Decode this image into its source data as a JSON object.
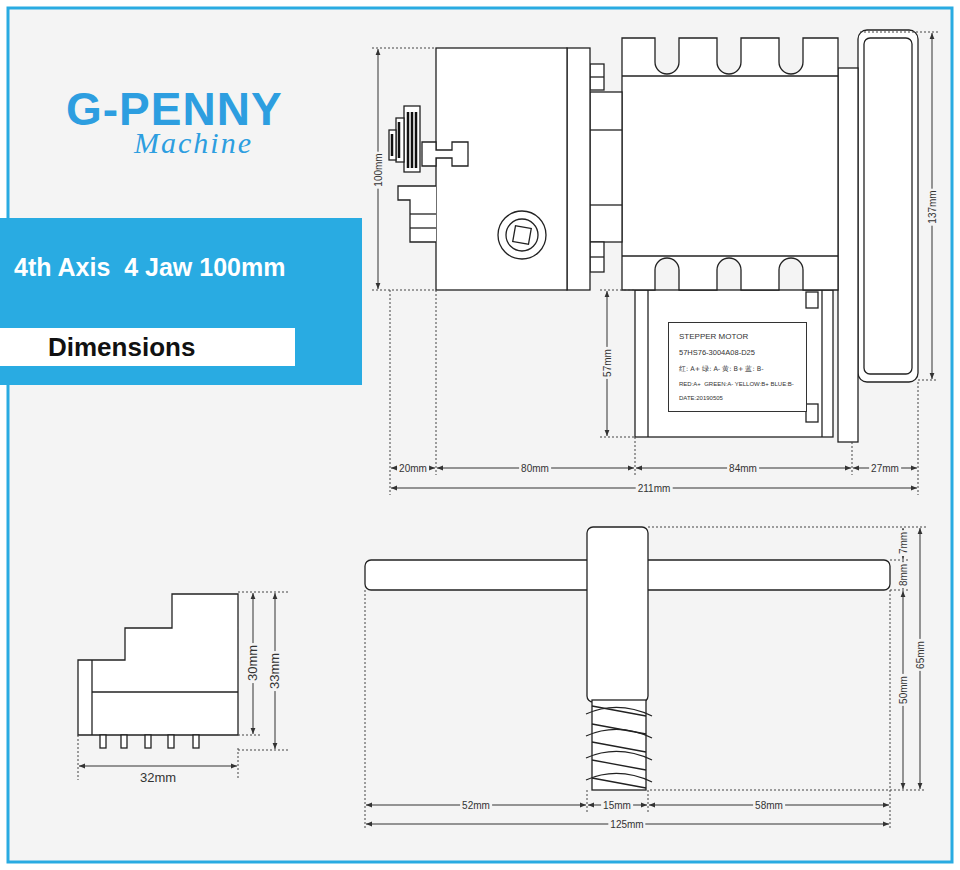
{
  "diagram": {
    "nodes": [
      {
        "text": [
          "4th Axis  4 Jaw 100mm"
        ]
      },
      {
        "text": [
          "Dimensions"
        ],
        "in": 0
      },
      {
        "text": [
          "STEPPER MOTOR",
          "57HS76-3004A08-D25",
          "红: A+ 绿: A- 黄: B+ 蓝: B-",
          "RED:A+  GREEN:A- YELLOW:B+ BLUE:B-",
          "DATE:20190505"
        ]
      }
    ],
    "labels": [
      "G-PENNY",
      "Machine",
      "100mm",
      "137mm",
      "57mm",
      "20mm",
      "80mm",
      "84mm",
      "27mm",
      "211mm",
      "30mm",
      "33mm",
      "32mm",
      "7mm",
      "8mm",
      "65mm",
      "50mm",
      "52mm",
      "15mm",
      "58mm",
      "125mm"
    ]
  }
}
